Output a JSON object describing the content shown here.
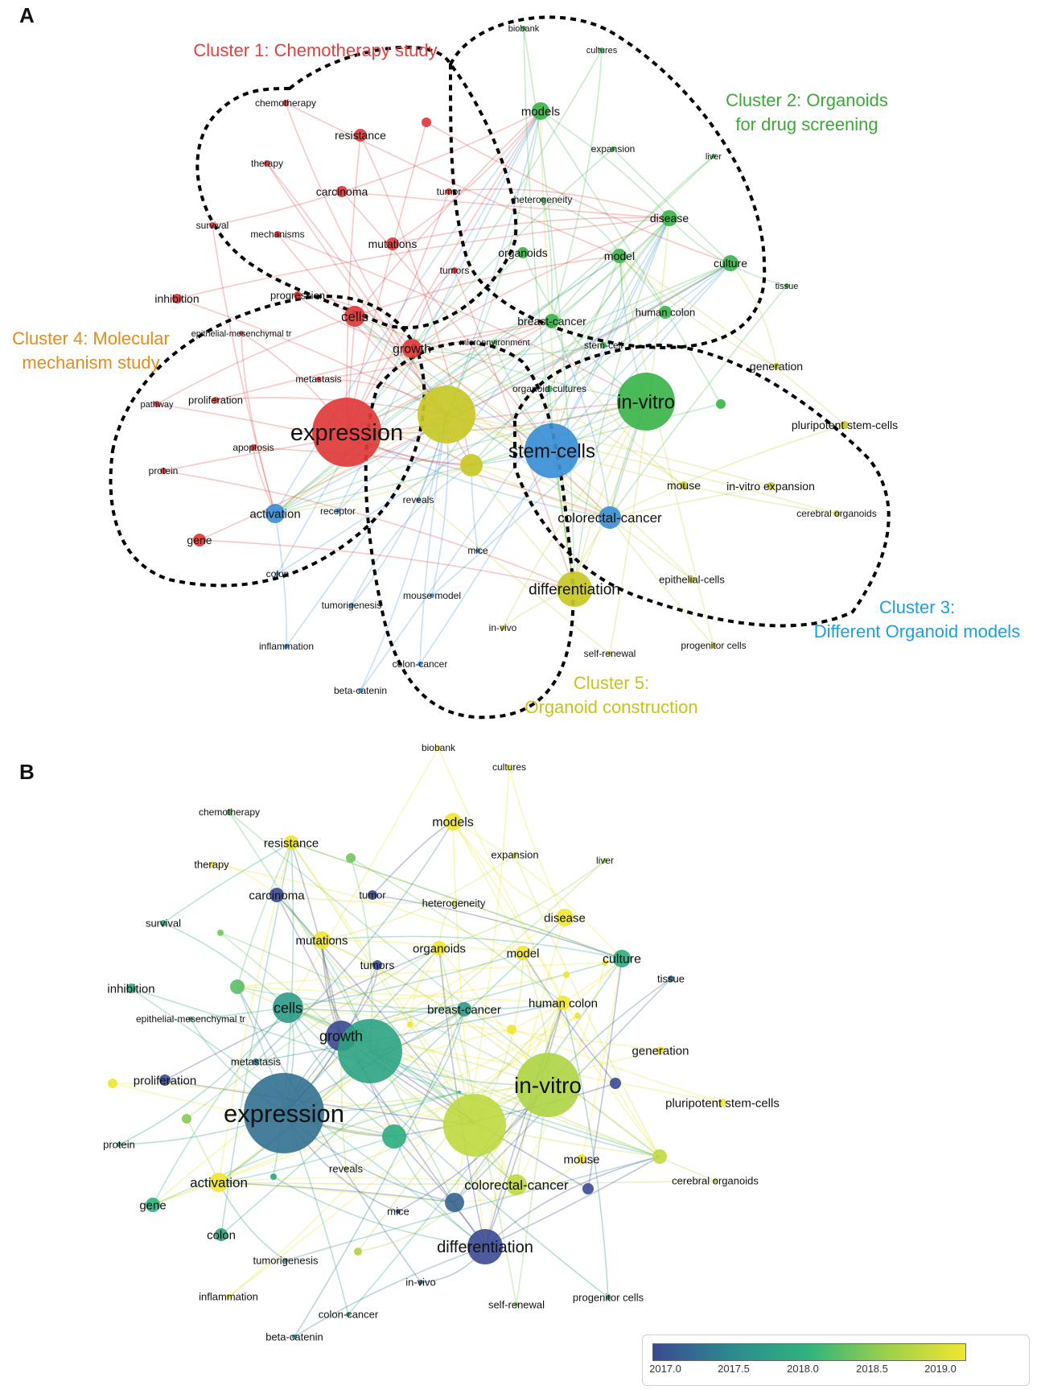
{
  "panels": [
    {
      "id": "A",
      "label": "A",
      "clusters": [
        {
          "id": "c1",
          "title": [
            "Cluster 1: Chemotherapy study"
          ],
          "color": "#e04040"
        },
        {
          "id": "c2",
          "title": [
            "Cluster 2: Organoids",
            "for drug screening"
          ],
          "color": "#3aaa35"
        },
        {
          "id": "c3",
          "title": [
            "Cluster 3:",
            "Different Organoid models"
          ],
          "color": "#1a9fe0"
        },
        {
          "id": "c4",
          "title": [
            "Cluster 4: Molecular",
            "mechanism study"
          ],
          "color": "#e88a1a"
        },
        {
          "id": "c5",
          "title": [
            "Cluster 5:",
            "Organoid construction"
          ],
          "color": "#c9c21c"
        }
      ],
      "node_colors": {
        "red": "#e03a3a",
        "green": "#3cb44b",
        "blue": "#3b8fd6",
        "yellow": "#c8c828"
      },
      "nodes": [
        {
          "label": "chemotherapy",
          "group": "red"
        },
        {
          "label": "resistance",
          "group": "red"
        },
        {
          "label": "therapy",
          "group": "red"
        },
        {
          "label": "carcinoma",
          "group": "red"
        },
        {
          "label": "tumor",
          "group": "red"
        },
        {
          "label": "survival",
          "group": "red"
        },
        {
          "label": "mechanisms",
          "group": "red"
        },
        {
          "label": "mutations",
          "group": "red"
        },
        {
          "label": "tumors",
          "group": "red"
        },
        {
          "label": "inhibition",
          "group": "red"
        },
        {
          "label": "progression",
          "group": "red"
        },
        {
          "label": "cells",
          "group": "red"
        },
        {
          "label": "epithelial-mesenchymal tr",
          "group": "red"
        },
        {
          "label": "growth",
          "group": "red"
        },
        {
          "label": "metastasis",
          "group": "red"
        },
        {
          "label": "pathway",
          "group": "red"
        },
        {
          "label": "proliferation",
          "group": "red"
        },
        {
          "label": "expression",
          "group": "red"
        },
        {
          "label": "apoptosis",
          "group": "red"
        },
        {
          "label": "protein",
          "group": "red"
        },
        {
          "label": "gene",
          "group": "red"
        },
        {
          "label": "biobank",
          "group": "green"
        },
        {
          "label": "cultures",
          "group": "green"
        },
        {
          "label": "models",
          "group": "green"
        },
        {
          "label": "expansion",
          "group": "green"
        },
        {
          "label": "liver",
          "group": "green"
        },
        {
          "label": "heterogeneity",
          "group": "green"
        },
        {
          "label": "disease",
          "group": "green"
        },
        {
          "label": "organoids",
          "group": "green"
        },
        {
          "label": "model",
          "group": "green"
        },
        {
          "label": "culture",
          "group": "green"
        },
        {
          "label": "tissue",
          "group": "green"
        },
        {
          "label": "human colon",
          "group": "green"
        },
        {
          "label": "breast-cancer",
          "group": "green"
        },
        {
          "label": "stem-cell",
          "group": "green"
        },
        {
          "label": "microenvironment",
          "group": "green"
        },
        {
          "label": "in-vitro",
          "group": "green"
        },
        {
          "label": "organoid cultures",
          "group": "green"
        },
        {
          "label": "stem-cells",
          "group": "blue"
        },
        {
          "label": "activation",
          "group": "blue"
        },
        {
          "label": "receptor",
          "group": "blue"
        },
        {
          "label": "colorectal-cancer",
          "group": "blue"
        },
        {
          "label": "colon",
          "group": "blue"
        },
        {
          "label": "mice",
          "group": "blue"
        },
        {
          "label": "tumorigenesis",
          "group": "blue"
        },
        {
          "label": "mouse model",
          "group": "blue"
        },
        {
          "label": "inflammation",
          "group": "blue"
        },
        {
          "label": "colon-cancer",
          "group": "blue"
        },
        {
          "label": "beta-catenin",
          "group": "blue"
        },
        {
          "label": "reveals",
          "group": "blue"
        },
        {
          "label": "generation",
          "group": "yellow"
        },
        {
          "label": "pluripotent stem-cells",
          "group": "yellow"
        },
        {
          "label": "mouse",
          "group": "yellow"
        },
        {
          "label": "in-vitro expansion",
          "group": "yellow"
        },
        {
          "label": "cerebral organoids",
          "group": "yellow"
        },
        {
          "label": "epithelial-cells",
          "group": "yellow"
        },
        {
          "label": "differentiation",
          "group": "yellow"
        },
        {
          "label": "in-vivo",
          "group": "yellow"
        },
        {
          "label": "self-renewal",
          "group": "yellow"
        },
        {
          "label": "progenitor cells",
          "group": "yellow"
        }
      ]
    },
    {
      "id": "B",
      "label": "B",
      "nodes": [
        {
          "label": "biobank",
          "year": 2019.0
        },
        {
          "label": "cultures",
          "year": 2019.0
        },
        {
          "label": "chemotherapy",
          "year": 2018.2
        },
        {
          "label": "resistance",
          "year": 2019.0
        },
        {
          "label": "models",
          "year": 2019.0
        },
        {
          "label": "expansion",
          "year": 2018.8
        },
        {
          "label": "liver",
          "year": 2018.5
        },
        {
          "label": "therapy",
          "year": 2019.0
        },
        {
          "label": "carcinoma",
          "year": 2017.0
        },
        {
          "label": "tumor",
          "year": 2017.0
        },
        {
          "label": "heterogeneity",
          "year": 2018.8
        },
        {
          "label": "survival",
          "year": 2017.9
        },
        {
          "label": "disease",
          "year": 2019.0
        },
        {
          "label": "mutations",
          "year": 2019.0
        },
        {
          "label": "organoids",
          "year": 2019.0
        },
        {
          "label": "model",
          "year": 2019.0
        },
        {
          "label": "tumors",
          "year": 2017.0
        },
        {
          "label": "culture",
          "year": 2017.9
        },
        {
          "label": "tissue",
          "year": 2017.3
        },
        {
          "label": "inhibition",
          "year": 2017.9
        },
        {
          "label": "cells",
          "year": 2017.7
        },
        {
          "label": "breast-cancer",
          "year": 2017.7
        },
        {
          "label": "human colon",
          "year": 2019.0
        },
        {
          "label": "epithelial-mesenchymal tr",
          "year": 2017.8
        },
        {
          "label": "growth",
          "year": 2017.0
        },
        {
          "label": "generation",
          "year": 2019.0
        },
        {
          "label": "metastasis",
          "year": 2017.4
        },
        {
          "label": "in-vitro",
          "year": 2018.6
        },
        {
          "label": "proliferation",
          "year": 2017.0
        },
        {
          "label": "expression",
          "year": 2017.3
        },
        {
          "label": "pluripotent stem-cells",
          "year": 2019.0
        },
        {
          "label": "protein",
          "year": 2017.7
        },
        {
          "label": "mouse",
          "year": 2019.0
        },
        {
          "label": "cerebral organoids",
          "year": 2018.6
        },
        {
          "label": "activation",
          "year": 2019.0
        },
        {
          "label": "reveals",
          "year": 2018.6
        },
        {
          "label": "colorectal-cancer",
          "year": 2018.7
        },
        {
          "label": "gene",
          "year": 2018.0
        },
        {
          "label": "mice",
          "year": 2017.0
        },
        {
          "label": "colon",
          "year": 2017.8
        },
        {
          "label": "differentiation",
          "year": 2017.0
        },
        {
          "label": "tumorigenesis",
          "year": 2017.6
        },
        {
          "label": "in-vivo",
          "year": 2017.2
        },
        {
          "label": "inflammation",
          "year": 2019.0
        },
        {
          "label": "colon-cancer",
          "year": 2017.8
        },
        {
          "label": "self-renewal",
          "year": 2018.4
        },
        {
          "label": "progenitor cells",
          "year": 2017.5
        },
        {
          "label": "beta-catenin",
          "year": 2017.4
        }
      ],
      "colorbar": {
        "ticks": [
          "2017.0",
          "2017.5",
          "2018.0",
          "2018.5",
          "2019.0"
        ],
        "stops": [
          "#3b4992",
          "#2c8a8e",
          "#2fb47c",
          "#9ed04a",
          "#f0e630"
        ]
      }
    }
  ]
}
